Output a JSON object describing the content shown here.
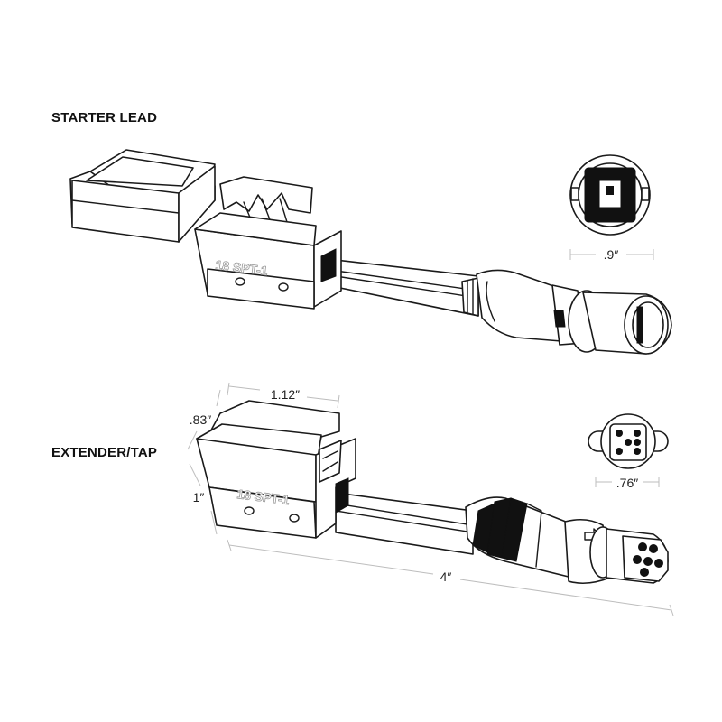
{
  "sections": {
    "starter_label": "STARTER LEAD",
    "extender_label": "EXTENDER/TAP"
  },
  "embossed": {
    "starter": "18 SPT-1",
    "extender": "18 SPT-1"
  },
  "dimensions": {
    "starter_diameter": ".9″",
    "extender_width": "1.12″",
    "extender_depth": ".83″",
    "extender_height": "1″",
    "extender_length": "4″",
    "extender_diameter": ".76″"
  },
  "colors": {
    "line": "#1a1a1a",
    "dimension_line": "#bdbdbd",
    "fill": "#ffffff"
  }
}
